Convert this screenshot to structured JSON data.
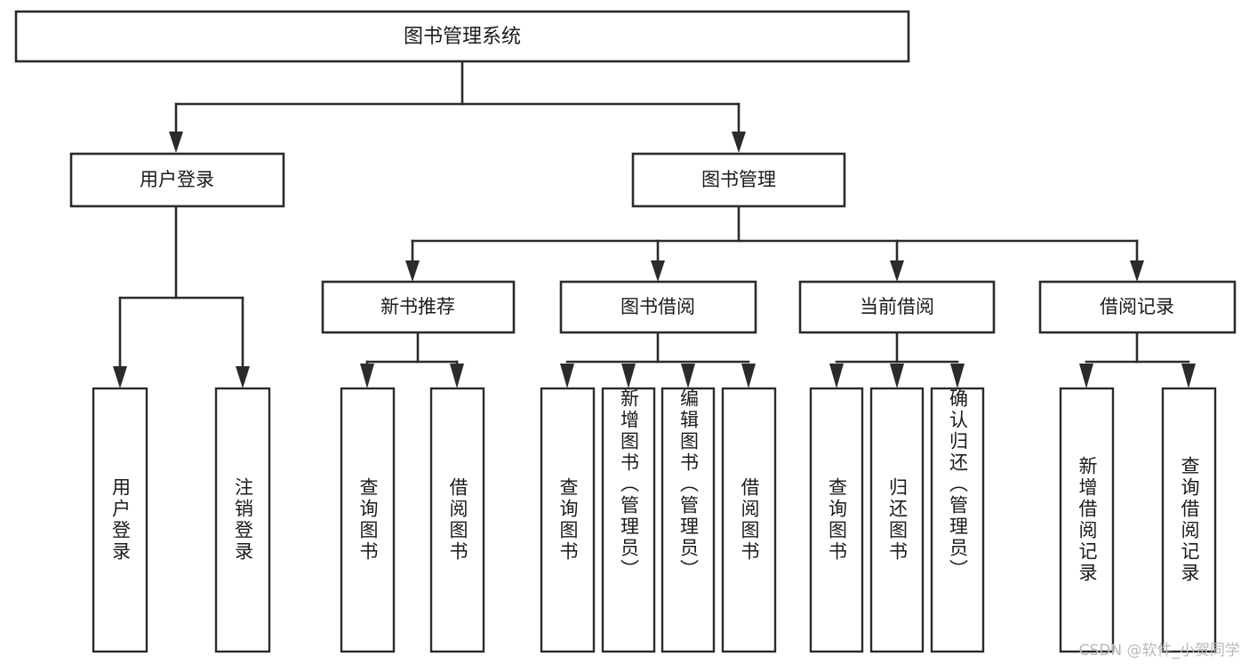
{
  "diagram": {
    "type": "tree",
    "title": "图书管理系统",
    "orientation": "top-down",
    "colors": {
      "box_stroke": "#2b2b2b",
      "box_fill": "#ffffff",
      "text": "#1b1b1b",
      "background": "#ffffff",
      "watermark": "#b9b9b9"
    },
    "root": {
      "label": "图书管理系统"
    },
    "level1": [
      {
        "label": "用户登录"
      },
      {
        "label": "图书管理"
      }
    ],
    "level2": [
      {
        "label": "新书推荐"
      },
      {
        "label": "图书借阅"
      },
      {
        "label": "当前借阅"
      },
      {
        "label": "借阅记录"
      }
    ],
    "leaves": {
      "user_login": [
        {
          "label": "用户登录"
        },
        {
          "label": "注销登录"
        }
      ],
      "new_book_recommend": [
        {
          "label": "查询图书"
        },
        {
          "label": "借阅图书"
        }
      ],
      "book_borrow": [
        {
          "label": "查询图书"
        },
        {
          "label": "新增图书（管理员）"
        },
        {
          "label": "编辑图书（管理员）"
        },
        {
          "label": "借阅图书"
        }
      ],
      "current_borrow": [
        {
          "label": "查询图书"
        },
        {
          "label": "归还图书"
        },
        {
          "label": "确认归还（管理员）"
        }
      ],
      "borrow_record": [
        {
          "label": "新增借阅记录"
        },
        {
          "label": "查询借阅记录"
        }
      ]
    }
  },
  "watermark": {
    "text": "CSDN @软件_小贺同学"
  }
}
